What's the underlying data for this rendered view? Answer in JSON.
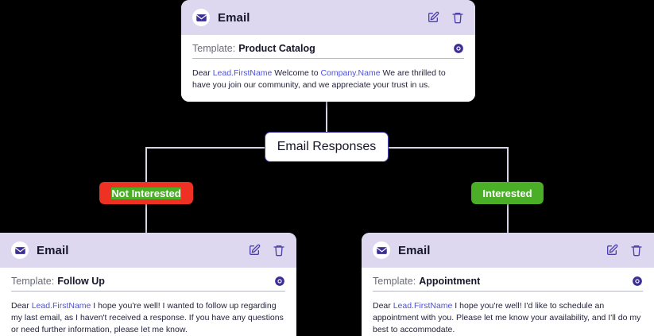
{
  "flow": {
    "decision_node": {
      "label": "Email Responses"
    },
    "branches": [
      {
        "key": "not_interested",
        "label": "Not Interested",
        "color": "#ef3124"
      },
      {
        "key": "interested",
        "label": "Interested",
        "color": "#4aaf26"
      }
    ],
    "connector_color": "#d8d4e8"
  },
  "cards": {
    "top": {
      "title": "Email",
      "icon": "envelope-icon",
      "actions": {
        "edit": "edit-icon",
        "delete": "trash-icon",
        "preview": "eye-icon"
      },
      "template_label": "Template:",
      "template_value": "Product Catalog",
      "message": {
        "parts": [
          {
            "text": "Dear ",
            "type": "text"
          },
          {
            "text": "Lead.FirstName",
            "type": "var"
          },
          {
            "text": " Welcome to ",
            "type": "text"
          },
          {
            "text": "Company.Name",
            "type": "var"
          },
          {
            "text": " We are thrilled to have you join our community, and we appreciate your trust in us.",
            "type": "text"
          }
        ]
      }
    },
    "bottom_left": {
      "title": "Email",
      "icon": "envelope-icon",
      "actions": {
        "edit": "edit-icon",
        "delete": "trash-icon",
        "preview": "eye-icon"
      },
      "template_label": "Template:",
      "template_value": "Follow Up",
      "message": {
        "parts": [
          {
            "text": "Dear ",
            "type": "text"
          },
          {
            "text": "Lead.FirstName",
            "type": "var"
          },
          {
            "text": " I hope you're well! I wanted to follow up regarding my last email, as I haven't received a response. If you have any questions or need further information, please let me know.",
            "type": "text"
          }
        ]
      }
    },
    "bottom_right": {
      "title": "Email",
      "icon": "envelope-icon",
      "actions": {
        "edit": "edit-icon",
        "delete": "trash-icon",
        "preview": "eye-icon"
      },
      "template_label": "Template:",
      "template_value": "Appointment",
      "message": {
        "parts": [
          {
            "text": "Dear ",
            "type": "text"
          },
          {
            "text": "Lead.FirstName",
            "type": "var"
          },
          {
            "text": " I hope you're well! I'd like to schedule an appointment with you. Please let me know your availability, and I'll do my best to accommodate.",
            "type": "text"
          }
        ]
      }
    }
  },
  "theme": {
    "header_bg": "#ddd8ef",
    "accent_purple": "#4b3fa8",
    "variable_color": "#4e52d6",
    "background": "#000000"
  }
}
